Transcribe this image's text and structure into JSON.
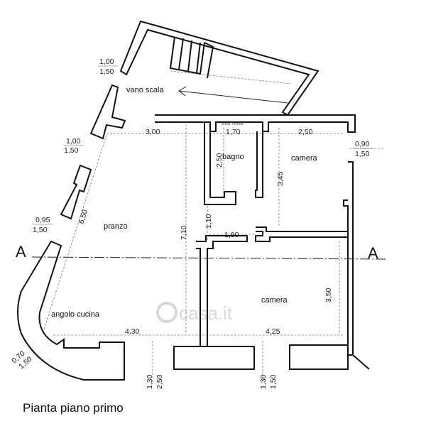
{
  "title": "Pianta piano primo",
  "watermark": "casa.it",
  "rooms": {
    "stairwell": "vano scala",
    "dining": "pranzo",
    "bathroom": "bagno",
    "bedroom_top": "camera",
    "bedroom_bottom": "camera",
    "kitchen": "angolo cucina"
  },
  "section_marks": {
    "left": "A",
    "right": "A"
  },
  "small_note": "areaz. forzata",
  "dimensions": {
    "dining_width": "3,00",
    "bath_width": "1,70",
    "bedroom_top_width": "2,50",
    "bath_depth": "2,50",
    "bedroom_top_depth": "3,45",
    "dining_depth": "6,50",
    "dining_long": "7,10",
    "corridor_depth": "1,10",
    "corridor_width": "1,90",
    "bedroom_bottom_depth": "3,50",
    "kitchen_width": "4,30",
    "bedroom_bottom_width": "4,25"
  },
  "openings": {
    "stair_window_a": "1,00",
    "stair_window_b": "1,50",
    "dining_window1_a": "1,00",
    "dining_window1_b": "1,50",
    "dining_window2_a": "0,95",
    "dining_window2_b": "1,50",
    "kitchen_window_a": "0,70",
    "kitchen_window_b": "1,50",
    "bedroom_window_a": "0,90",
    "bedroom_window_b": "1,50",
    "bottom_left_a": "1,30",
    "bottom_left_b": "2,50",
    "bottom_right_a": "1,30",
    "bottom_right_b": "1,50"
  }
}
